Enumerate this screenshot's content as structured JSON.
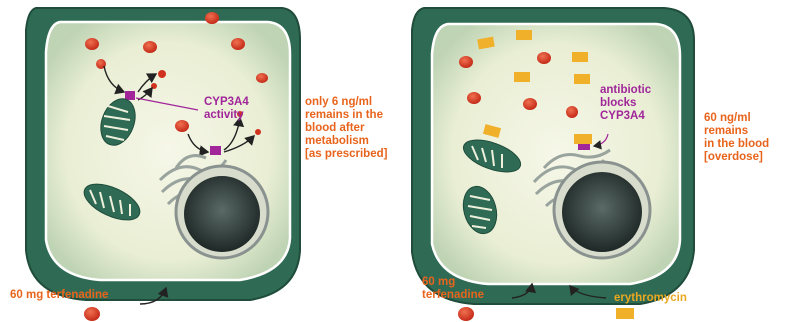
{
  "left_panel": {
    "enzyme_label": "CYP3A4\nactivity",
    "result_label": "only 6 ng/ml\nremains in the\nblood after\nmetabolism\n[as prescribed]",
    "dose_label": "60 mg terfenadine"
  },
  "right_panel": {
    "block_label": "antibiotic\nblocks\nCYP3A4",
    "result_label": "60 ng/ml\nremains\nin the blood\n[overdose]",
    "dose_label": "60 mg\nterfenadine",
    "antibiotic_label": "erythromycin"
  },
  "colors": {
    "cell_wall": "#2c6a52",
    "cytoplasm": "#eef0dc",
    "terfenadine": "#d0321e",
    "enzyme": "#a0269a",
    "erythromycin": "#f0b02a",
    "label_orange": "#e8641c",
    "label_purple": "#a0269a"
  }
}
